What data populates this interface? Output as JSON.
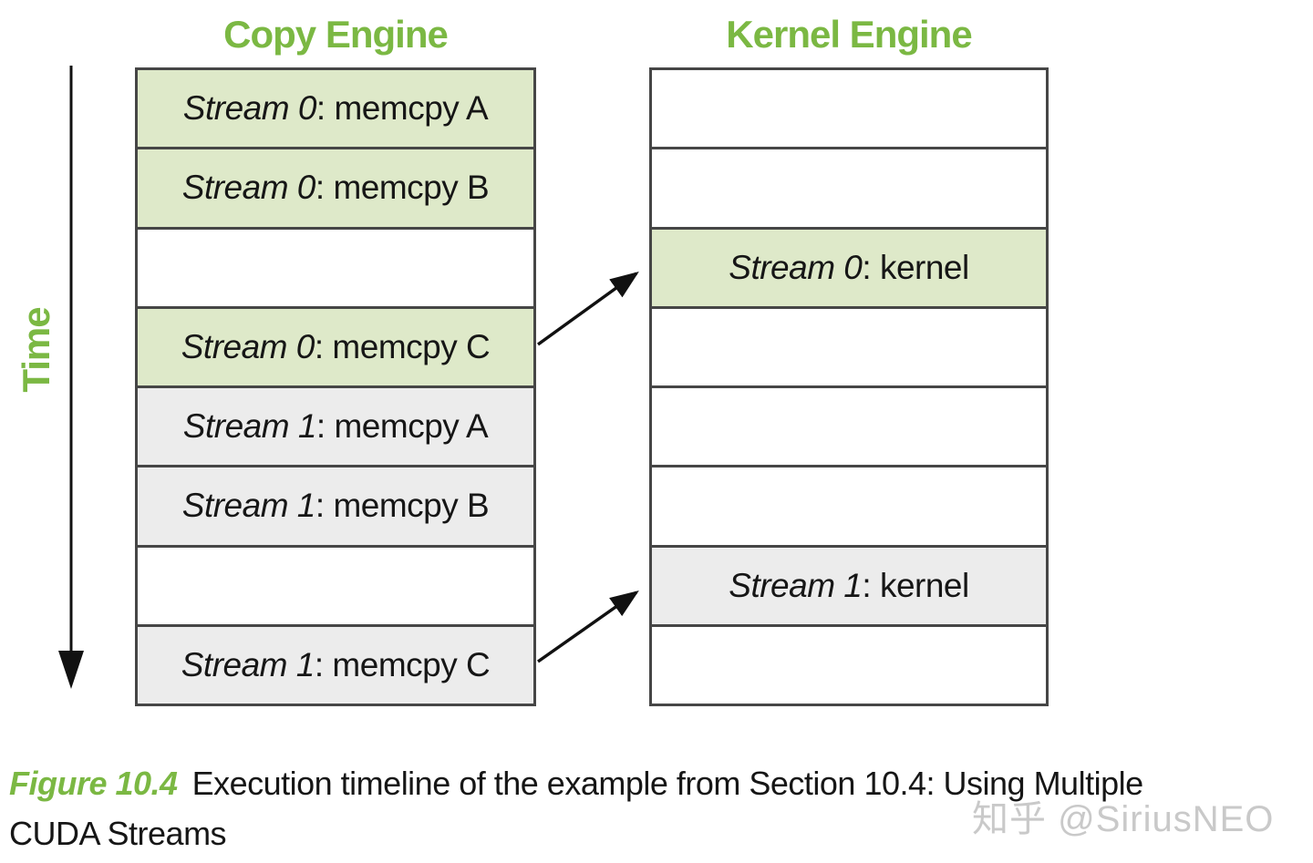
{
  "diagram": {
    "time_axis_label": "Time",
    "columns": [
      {
        "title": "Copy Engine",
        "rows": [
          {
            "stream": "Stream 0",
            "task": ": memcpy A",
            "fill": "green"
          },
          {
            "stream": "Stream 0",
            "task": ": memcpy B",
            "fill": "green"
          },
          {
            "stream": "",
            "task": "",
            "fill": "white"
          },
          {
            "stream": "Stream 0",
            "task": ": memcpy C",
            "fill": "green"
          },
          {
            "stream": "Stream 1",
            "task": ": memcpy A",
            "fill": "gray"
          },
          {
            "stream": "Stream 1",
            "task": ": memcpy B",
            "fill": "gray"
          },
          {
            "stream": "",
            "task": "",
            "fill": "white"
          },
          {
            "stream": "Stream 1",
            "task": ": memcpy C",
            "fill": "gray"
          }
        ]
      },
      {
        "title": "Kernel Engine",
        "rows": [
          {
            "stream": "",
            "task": "",
            "fill": "white"
          },
          {
            "stream": "",
            "task": "",
            "fill": "white"
          },
          {
            "stream": "Stream 0",
            "task": ": kernel",
            "fill": "green"
          },
          {
            "stream": "",
            "task": "",
            "fill": "white"
          },
          {
            "stream": "",
            "task": "",
            "fill": "white"
          },
          {
            "stream": "",
            "task": "",
            "fill": "white"
          },
          {
            "stream": "Stream 1",
            "task": ": kernel",
            "fill": "gray"
          },
          {
            "stream": "",
            "task": "",
            "fill": "white"
          }
        ]
      }
    ],
    "arrows": [
      {
        "from": "Stream 0: memcpy C",
        "to": "Stream 0: kernel"
      },
      {
        "from": "Stream 1: memcpy C",
        "to": "Stream 1: kernel"
      }
    ]
  },
  "colors": {
    "accent_green": "#7bb843",
    "green_fill": "#dee9c9",
    "gray_fill": "#ececec",
    "border": "#464646"
  },
  "caption": {
    "label": "Figure 10.4",
    "line1": "Execution timeline of the example from Section 10.4: Using Multiple",
    "line2": "CUDA Streams"
  },
  "watermark": "知乎 @SiriusNEO"
}
